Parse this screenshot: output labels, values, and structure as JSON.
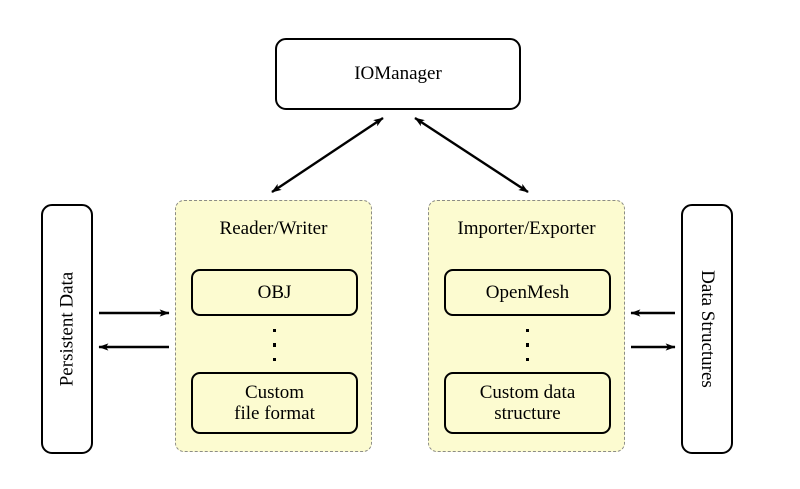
{
  "diagram": {
    "title_node": {
      "label": "IOManager"
    },
    "left_external": {
      "label": "Persistent Data",
      "orientation": "rotated-ccw"
    },
    "right_external": {
      "label": "Data Structures",
      "orientation": "rotated-cw"
    },
    "groups": [
      {
        "id": "reader-writer",
        "title": "Reader/Writer",
        "items": [
          {
            "label": "OBJ"
          },
          {
            "label": "ellipsis"
          },
          {
            "label": "Custom\nfile format"
          }
        ]
      },
      {
        "id": "importer-exporter",
        "title": "Importer/Exporter",
        "items": [
          {
            "label": "OpenMesh"
          },
          {
            "label": "ellipsis"
          },
          {
            "label": "Custom data\nstructure"
          }
        ]
      }
    ],
    "connections": [
      {
        "from": "reader-writer",
        "to": "IOManager",
        "style": "double-headed"
      },
      {
        "from": "importer-exporter",
        "to": "IOManager",
        "style": "double-headed"
      },
      {
        "from": "Persistent Data",
        "to": "Reader/Writer",
        "style": "single-headed-right"
      },
      {
        "from": "Reader/Writer",
        "to": "Persistent Data",
        "style": "single-headed-left"
      },
      {
        "from": "Data Structures",
        "to": "Importer/Exporter",
        "style": "single-headed-left"
      },
      {
        "from": "Importer/Exporter",
        "to": "Data Structures",
        "style": "single-headed-right"
      }
    ],
    "colors": {
      "group_fill": "#fcfbd0",
      "group_border": "#8c8c86",
      "stroke": "#000000",
      "background": "#ffffff"
    }
  }
}
